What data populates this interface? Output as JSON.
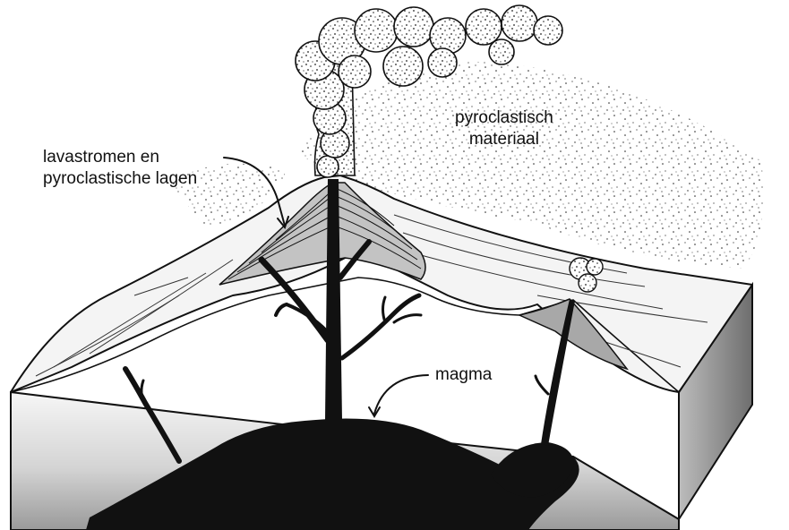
{
  "labels": {
    "lava_line1": "lavastromen en",
    "lava_line2": "pyroclastische lagen",
    "pyro_line1": "pyroclastisch",
    "pyro_line2": "materiaal",
    "magma": "magma"
  },
  "colors": {
    "ink": "#111111",
    "surface": "#f4f4f4",
    "layer_fill": "#bdbdbd"
  }
}
